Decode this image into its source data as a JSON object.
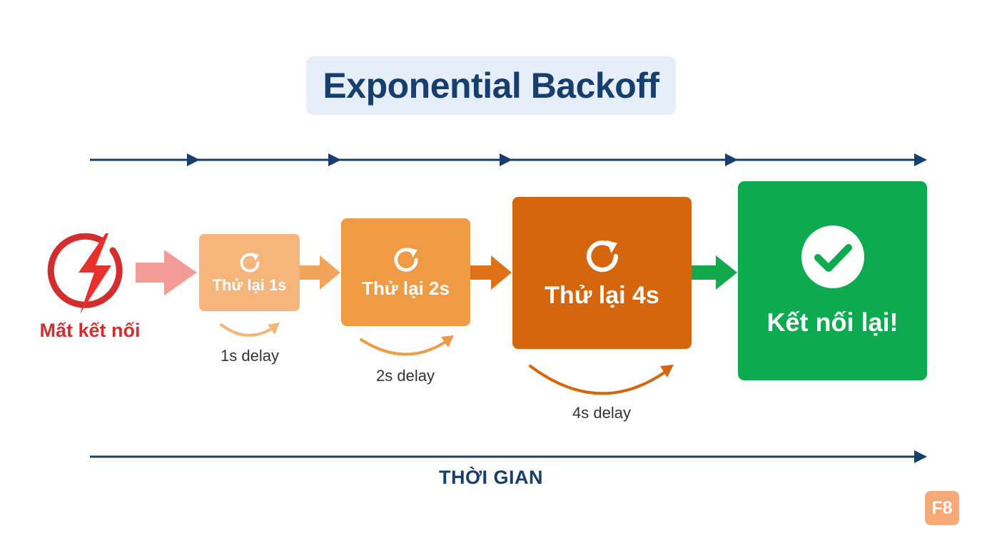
{
  "title": "Exponential Backoff",
  "disconnect": {
    "label": "Mất kết nối",
    "icon": "lightning-bolt-icon"
  },
  "steps": [
    {
      "label": "Thử lại 1s",
      "delay_label": "1s delay",
      "icon": "retry-icon"
    },
    {
      "label": "Thử lại 2s",
      "delay_label": "2s delay",
      "icon": "retry-icon"
    },
    {
      "label": "Thử lại 4s",
      "delay_label": "4s delay",
      "icon": "retry-icon"
    }
  ],
  "success": {
    "label": "Kết nối lại!",
    "icon": "checkmark-icon"
  },
  "time_axis": {
    "label": "THỜI GIAN"
  },
  "badge": {
    "label": "F8"
  },
  "colors": {
    "title_bg": "#e6eef9",
    "navy": "#173f6e",
    "disconnect_red": "#d42d2d",
    "step1": "#f6b57a",
    "step2": "#ef9a45",
    "step3": "#d5660e",
    "success": "#0eaa4f",
    "badge": "#f6a877"
  }
}
